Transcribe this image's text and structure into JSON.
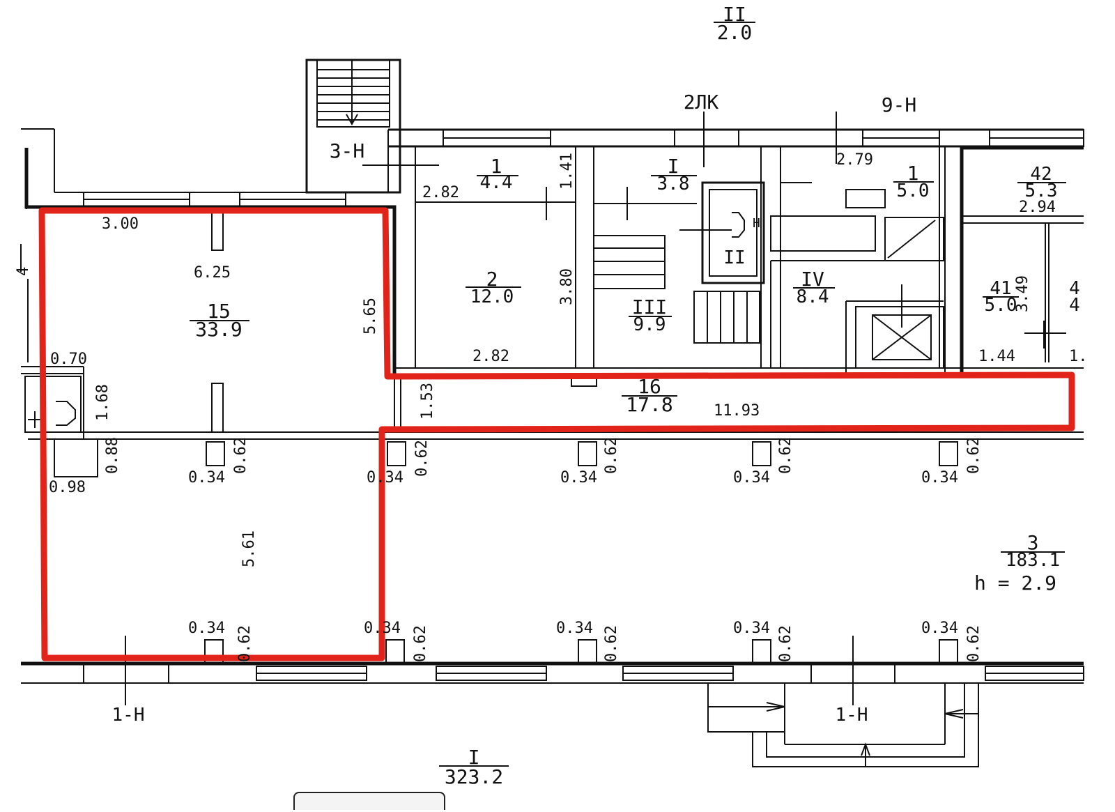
{
  "plan": {
    "labels": {
      "top_zone_num": "II",
      "top_zone_area": "2.0",
      "bottom_zone_num": "I",
      "bottom_zone_area": "323.2",
      "tag_2lk": "2ЛК",
      "tag_9n": "9-Н",
      "tag_3n": "3-Н",
      "tag_1n_left": "1-Н",
      "tag_1n_right": "1-Н",
      "height": "h  =  2.9"
    },
    "rooms": [
      {
        "id": "r15",
        "num": "15",
        "area": "33.9"
      },
      {
        "id": "r16",
        "num": "16",
        "area": "17.8"
      },
      {
        "id": "r1a",
        "num": "1",
        "area": "4.4"
      },
      {
        "id": "r2",
        "num": "2",
        "area": "12.0"
      },
      {
        "id": "rI",
        "num": "I",
        "area": "3.8"
      },
      {
        "id": "rIII",
        "num": "III",
        "area": "9.9"
      },
      {
        "id": "rIV",
        "num": "IV",
        "area": "8.4"
      },
      {
        "id": "r1b",
        "num": "1",
        "area": "5.0"
      },
      {
        "id": "r42",
        "num": "42",
        "area": "5.3"
      },
      {
        "id": "r41",
        "num": "41",
        "area": "5.0"
      },
      {
        "id": "r3",
        "num": "3",
        "area": "183.1"
      },
      {
        "id": "rEdge",
        "num": "4",
        "area": "4"
      }
    ],
    "room_II": "II",
    "h_symbol": "H",
    "dims": {
      "d300": "3.00",
      "d625": "6.25",
      "d565": "5.65",
      "d070": "0.70",
      "d168": "1.68",
      "d088": "0.88",
      "d098": "0.98",
      "d561": "5.61",
      "d282a": "2.82",
      "d141": "1.41",
      "d380": "3.80",
      "d282b": "2.82",
      "d153": "1.53",
      "d1193": "11.93",
      "d279": "2.79",
      "d294": "2.94",
      "d349": "3.49",
      "d144": "1.44",
      "d1cut": "1.",
      "d034": "0.34",
      "d062": "0.62",
      "d4edge": "4"
    }
  }
}
